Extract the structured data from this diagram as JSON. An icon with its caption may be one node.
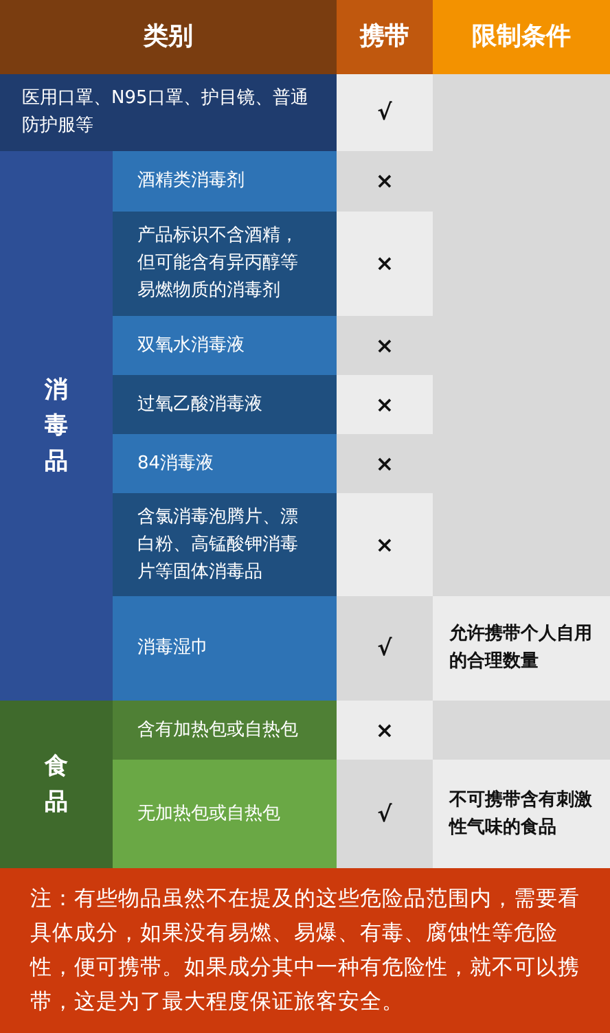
{
  "diagram": {
    "labels": [
      "类别",
      "携带",
      "限制条件",
      "医用口罩、N95口罩、护目镜、普通防护服等",
      "√",
      "消毒品",
      "酒精类消毒剂",
      "×",
      "产品标识不含酒精，但可能含有异丙醇等易燃物质的消毒剂",
      "×",
      "双氧水消毒液",
      "×",
      "过氧乙酸消毒液",
      "×",
      "84消毒液",
      "×",
      "含氯消毒泡腾片、漂白粉、高锰酸钾消毒片等固体消毒品",
      "×",
      "消毒湿巾",
      "√",
      "允许携带个人自用的合理数量",
      "食品",
      "含有加热包或自热包",
      "×",
      "无加热包或自热包",
      "√",
      "不可携带含有刺激性气味的食品",
      "注：有些物品虽然不在提及的这些危险品范围内，需要看具体成分，如果没有易燃、易爆、有毒、腐蚀性等危险性，便可携带。如果成分其中一种有危险性，就不可以携带，这是为了最大程度保证旅客安全。"
    ]
  }
}
